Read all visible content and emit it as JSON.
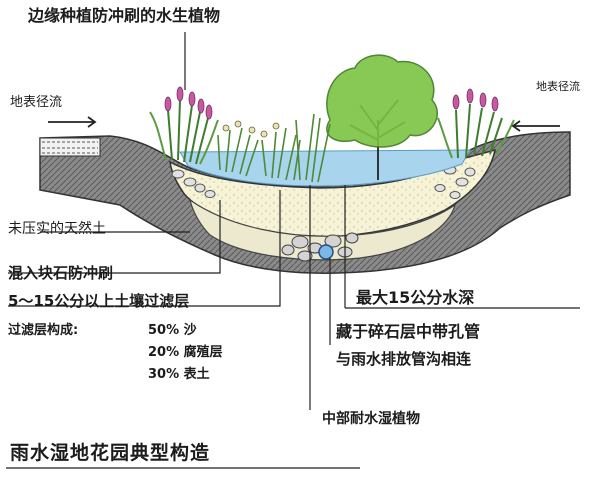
{
  "diagram": {
    "title": "雨水湿地花园典型构造",
    "labels": {
      "edge_plants": "边缘种植防冲刷的水生植物",
      "runoff_left": "地表径流",
      "runoff_right": "地表径流",
      "soil": "未压实的天然土",
      "riprap": "混入块石防冲刷",
      "filter_layer": "5～15公分以上土壤过滤层",
      "filter_composition": "过滤层构成:",
      "sand": "50% 沙",
      "humus": "20% 腐殖层",
      "topsoil": "30% 表土",
      "max_depth": "最大15公分水深",
      "pipe_line1": "藏于碎石层中带孔管",
      "pipe_line2": "与雨水排放管沟相连",
      "center_plants": "中部耐水湿植物"
    },
    "colors": {
      "water": "#a8d4ee",
      "soil_dark": "#6e6e6e",
      "fill_sand": "#f6f3d6",
      "gravel": "#d9d9d9",
      "tree": "#6fbf3a",
      "reed": "#4f8f3a",
      "flower": "#c55aa0"
    }
  }
}
